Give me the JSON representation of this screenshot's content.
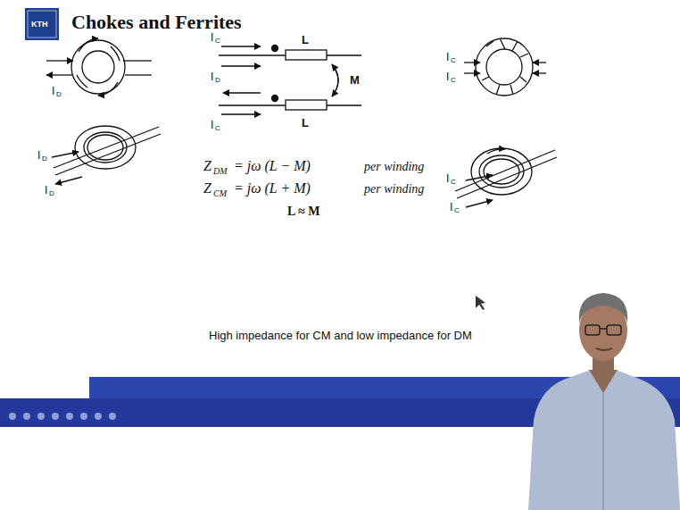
{
  "diagram": {
    "title": "Chokes and Ferrites",
    "caption": "High impedance for CM and low impedance for DM",
    "labels": [
      "KTH",
      "I",
      "D",
      "I",
      "C",
      "L",
      "M",
      "I",
      "D",
      "L",
      "I",
      "C",
      "I",
      "C",
      "I",
      "C",
      "I",
      "D",
      "I",
      "D",
      "Z",
      "DM",
      "= jω (L − M)",
      "per winding",
      "Z",
      "CM",
      "= jω (L + M)",
      "per winding",
      "L ≈ M",
      "I",
      "C",
      "I",
      "C"
    ]
  }
}
